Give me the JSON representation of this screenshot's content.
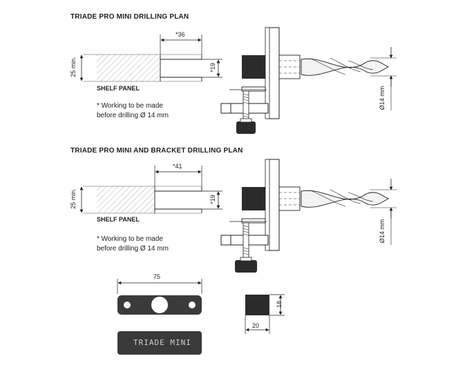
{
  "plans": [
    {
      "title": "TRIADE PRO MINI DRILLING PLAN",
      "panel_label": "SHELF PANEL",
      "depth_label": "*36",
      "hole_label": "*19",
      "thickness_label": "25 min.",
      "drill_label": "Ø14 mm",
      "note_line1": "* Working to be made",
      "note_line2": "before drilling Ø 14 mm"
    },
    {
      "title": "TRIADE PRO MINI AND BRACKET DRILLING PLAN",
      "panel_label": "SHELF PANEL",
      "depth_label": "*41",
      "hole_label": "*19",
      "thickness_label": "25 min.",
      "drill_label": "Ø14 mm",
      "note_line1": "* Working to be made",
      "note_line2": "before drilling Ø 14 mm"
    }
  ],
  "plate": {
    "width_label": "75",
    "engraving": "TRIADE MINI"
  },
  "block": {
    "height_label": "18",
    "width_label": "20"
  },
  "colors": {
    "ink": "#1d1d1b",
    "dark_part": "#2b2b2b",
    "plate": "#3a3a3a",
    "hatch": "#b5b5b5"
  }
}
